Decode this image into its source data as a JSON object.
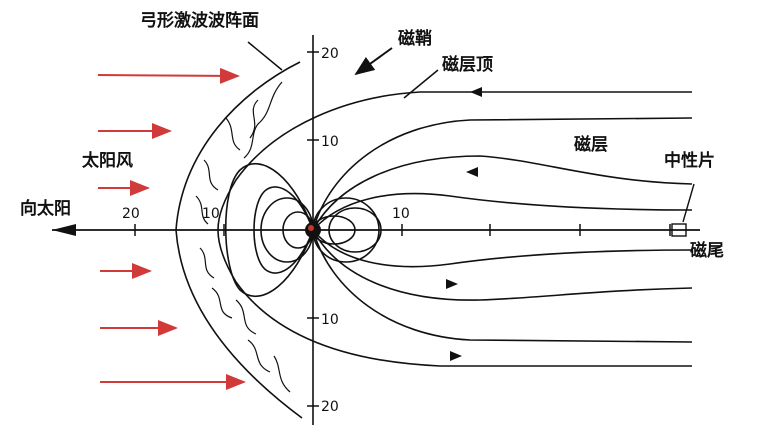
{
  "labels": {
    "bow_shock": "弓形激波波阵面",
    "magnetosheath": "磁鞘",
    "magnetopause": "磁层顶",
    "magnetosphere": "磁层",
    "neutral_sheet": "中性片",
    "magnetotail": "磁尾",
    "solar_wind": "太阳风",
    "toward_sun": "向太阳"
  },
  "axis_ticks": {
    "y_top_20": "20",
    "y_top_10": "10",
    "y_bottom_10": "10",
    "y_bottom_20": "20",
    "x_left_20": "20",
    "x_left_10": "10",
    "x_right_10": "10"
  },
  "colors": {
    "solar_wind_arrow": "#d23a3a",
    "line": "#111111",
    "earth": "#111111"
  }
}
